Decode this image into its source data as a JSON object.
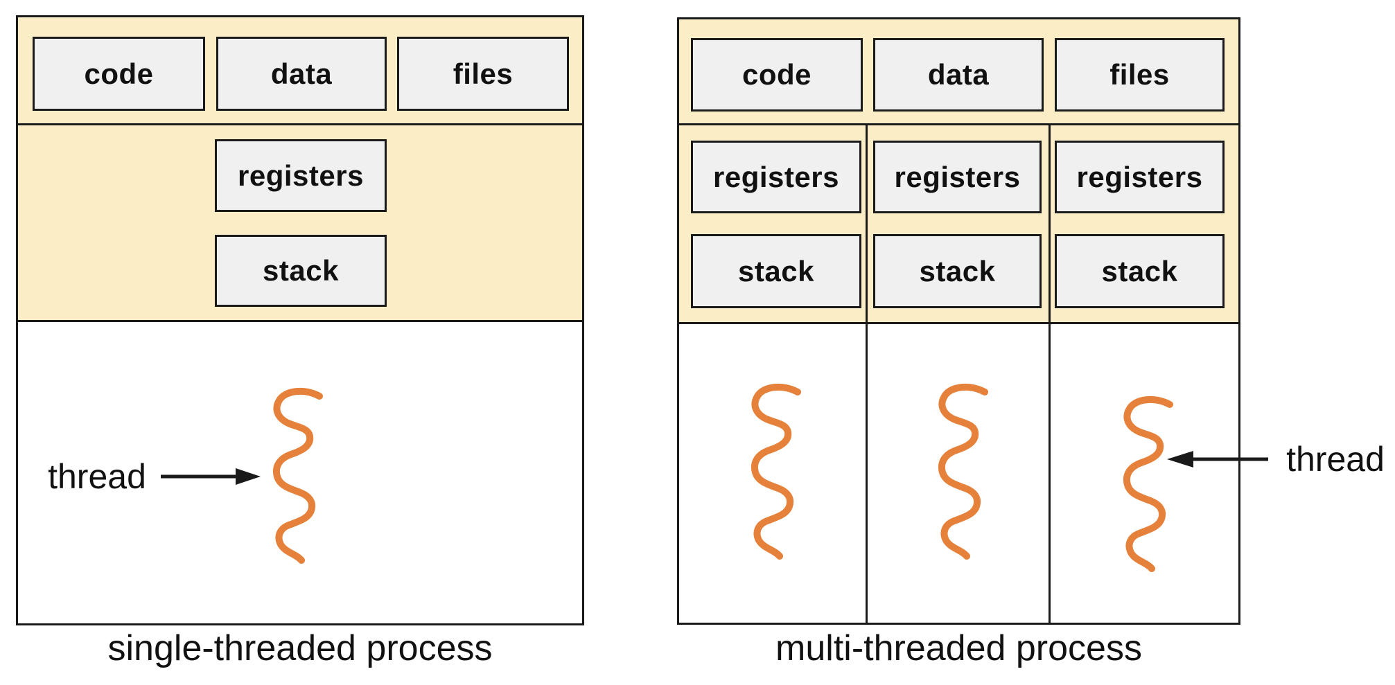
{
  "colors": {
    "band": "#FBEEC7",
    "box": "#F0F0F0",
    "line": "#1A1A1A",
    "thread": "#E5813A",
    "text": "#111111"
  },
  "left": {
    "caption": "single-threaded process",
    "top_boxes": [
      "code",
      "data",
      "files"
    ],
    "middle_boxes": [
      "registers",
      "stack"
    ],
    "thread_label": "thread"
  },
  "right": {
    "caption": "multi-threaded process",
    "top_boxes": [
      "code",
      "data",
      "files"
    ],
    "columns": [
      [
        "registers",
        "stack"
      ],
      [
        "registers",
        "stack"
      ],
      [
        "registers",
        "stack"
      ]
    ],
    "thread_label": "thread"
  }
}
